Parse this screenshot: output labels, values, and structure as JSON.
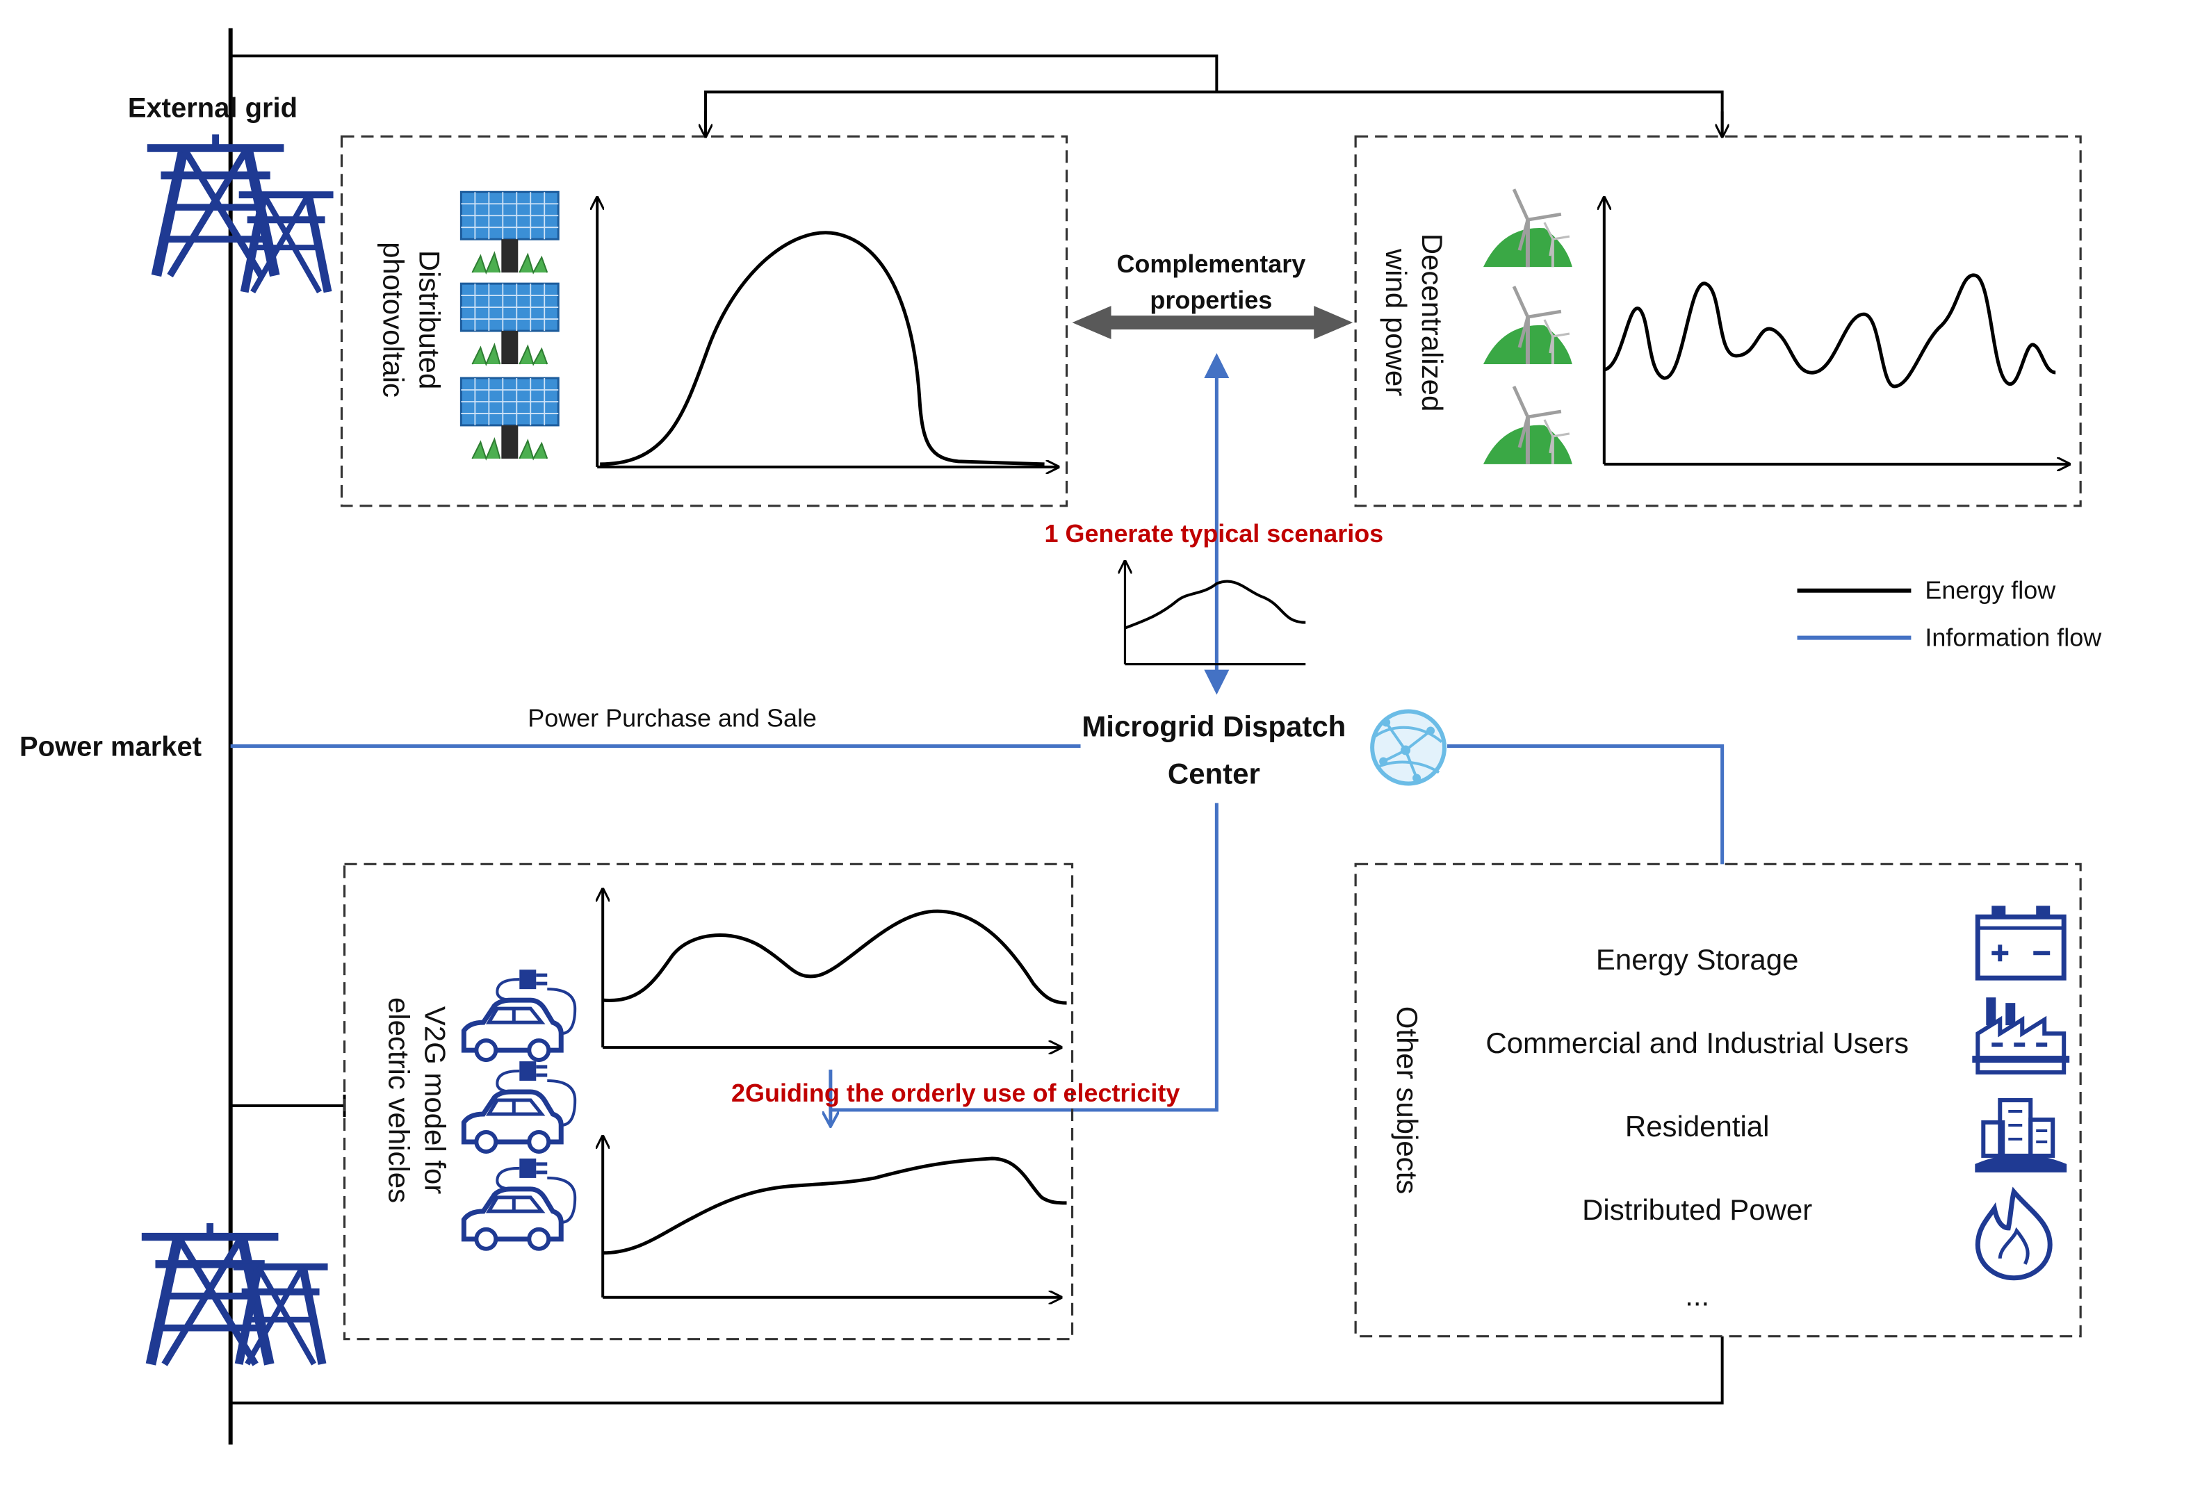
{
  "labels": {
    "external_grid": "External grid",
    "power_market": "Power market",
    "power_purchase_sale": "Power Purchase and Sale",
    "complementary_line1": "Complementary",
    "complementary_line2": "properties",
    "generate_scenarios": "1 Generate typical scenarios",
    "dispatch_center_line1": "Microgrid Dispatch",
    "dispatch_center_line2": "Center",
    "guiding": "2Guiding the orderly use of electricity"
  },
  "pv_panel": {
    "title_line1": "Distributed",
    "title_line2": "photovoltaic"
  },
  "wind_panel": {
    "title_line1": "Decentralized",
    "title_line2": "wind power"
  },
  "ev_panel": {
    "title_line1": "V2G model for",
    "title_line2": "electric vehicles"
  },
  "others_panel": {
    "title": "Other subjects",
    "items": [
      "Energy Storage",
      "Commercial and Industrial Users",
      "Residential",
      "Distributed Power",
      "..."
    ]
  },
  "legend": {
    "energy_flow": "Energy flow",
    "information_flow": "Information flow"
  },
  "colors": {
    "energy_flow": "#000000",
    "information_flow": "#4472c4",
    "highlight_text": "#c00000",
    "icon_navy": "#1f3a93",
    "solar_blue": "#3b8fd6",
    "turbine_green": "#3aa845",
    "double_arrow_gray": "#595959"
  },
  "icons": [
    "transmission-tower-icon",
    "solar-panel-icon",
    "wind-turbine-icon",
    "electric-car-icon",
    "network-globe-icon",
    "battery-icon",
    "factory-icon",
    "buildings-icon",
    "flame-icon"
  ]
}
